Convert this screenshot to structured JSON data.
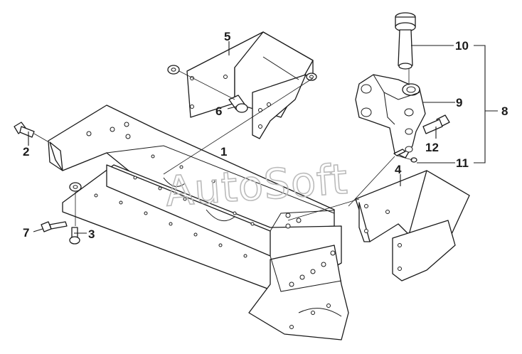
{
  "watermark": "AutoSoft",
  "callouts": {
    "p1": "1",
    "p2": "2",
    "p3": "3",
    "p4": "4",
    "p5": "5",
    "p6": "6",
    "p7": "7",
    "p8": "8",
    "p9": "9",
    "p10": "10",
    "p11": "11",
    "p12": "12"
  }
}
